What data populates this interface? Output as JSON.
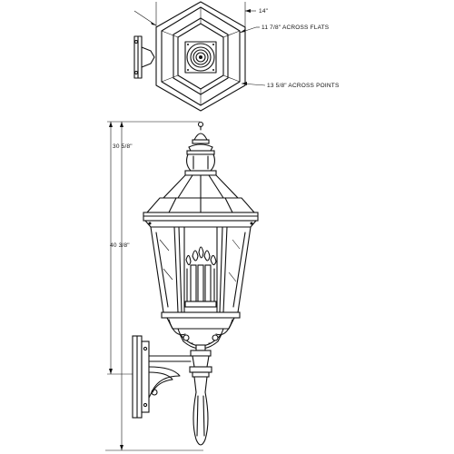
{
  "dimensions": {
    "width_label": "14\"",
    "flats_label": "11 7/8\" ACROSS FLATS",
    "points_label": "13 5/8\" ACROSS POINTS",
    "upper_height_label": "30 5/8\"",
    "overall_height_label": "40 3/8\""
  },
  "colors": {
    "line": "#111111",
    "background": "#ffffff"
  }
}
